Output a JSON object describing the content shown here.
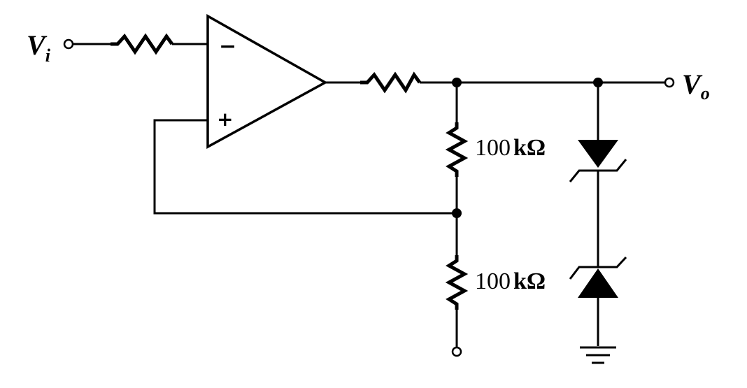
{
  "labels": {
    "input_main": "V",
    "input_sub": "i",
    "output_main": "V",
    "output_sub": "o",
    "opamp_inverting": "−",
    "opamp_noninverting": "+",
    "r_upper_num": "100",
    "r_upper_unit": "kΩ",
    "r_lower_num": "100",
    "r_lower_unit": "kΩ"
  },
  "colors": {
    "ink": "#000000",
    "background": "#ffffff"
  },
  "components": {
    "opamp": "operational-amplifier",
    "input_resistor": "resistor",
    "output_resistor": "resistor",
    "divider_upper": "resistor",
    "divider_lower": "resistor",
    "zener_upper": "zener-diode",
    "zener_lower": "zener-diode",
    "ground": "ground-symbol"
  }
}
